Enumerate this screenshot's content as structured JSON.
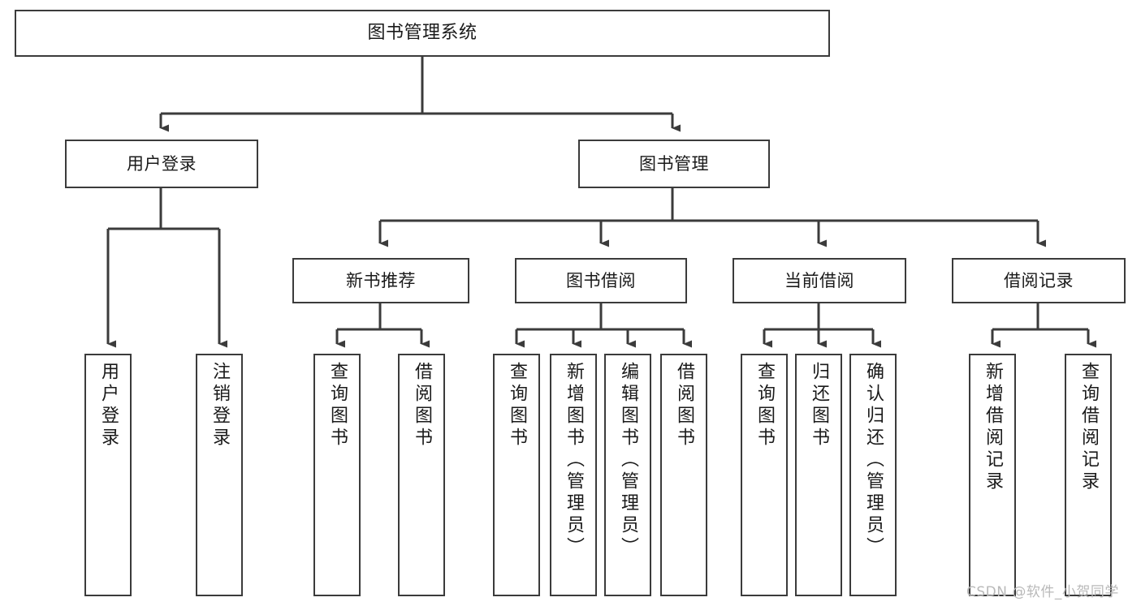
{
  "diagram": {
    "type": "tree-hierarchy",
    "title": "图书管理系统",
    "root": {
      "id": "root",
      "label": "图书管理系统"
    },
    "level1": [
      {
        "id": "user-login",
        "label": "用户登录"
      },
      {
        "id": "book-management",
        "label": "图书管理"
      }
    ],
    "level2": [
      {
        "id": "new-book-recommend",
        "label": "新书推荐",
        "parent": "book-management"
      },
      {
        "id": "book-borrow",
        "label": "图书借阅",
        "parent": "book-management"
      },
      {
        "id": "current-borrow",
        "label": "当前借阅",
        "parent": "book-management"
      },
      {
        "id": "borrow-record",
        "label": "借阅记录",
        "parent": "book-management"
      }
    ],
    "leaves": {
      "user_login": [
        {
          "id": "leaf-user-login",
          "label": "用户登录"
        },
        {
          "id": "leaf-user-logout",
          "label": "注销登录"
        }
      ],
      "new_book_recommend": [
        {
          "id": "leaf-query-book-1",
          "label": "查询图书"
        },
        {
          "id": "leaf-borrow-book-1",
          "label": "借阅图书"
        }
      ],
      "book_borrow": [
        {
          "id": "leaf-query-book-2",
          "label": "查询图书"
        },
        {
          "id": "leaf-add-book",
          "label": "新增图书（管理员）"
        },
        {
          "id": "leaf-edit-book",
          "label": "编辑图书（管理员）"
        },
        {
          "id": "leaf-borrow-book-2",
          "label": "借阅图书"
        }
      ],
      "current_borrow": [
        {
          "id": "leaf-query-book-3",
          "label": "查询图书"
        },
        {
          "id": "leaf-return-book",
          "label": "归还图书"
        },
        {
          "id": "leaf-confirm-return",
          "label": "确认归还（管理员）"
        }
      ],
      "borrow_record": [
        {
          "id": "leaf-add-record",
          "label": "新增借阅记录"
        },
        {
          "id": "leaf-query-record",
          "label": "查询借阅记录"
        }
      ]
    }
  },
  "watermark": {
    "text": "CSDN @软件_小贺同学"
  },
  "colors": {
    "stroke": "#3b3b3b",
    "background": "#ffffff",
    "text": "#1a1a1a",
    "watermark": "#b9b9b9"
  }
}
